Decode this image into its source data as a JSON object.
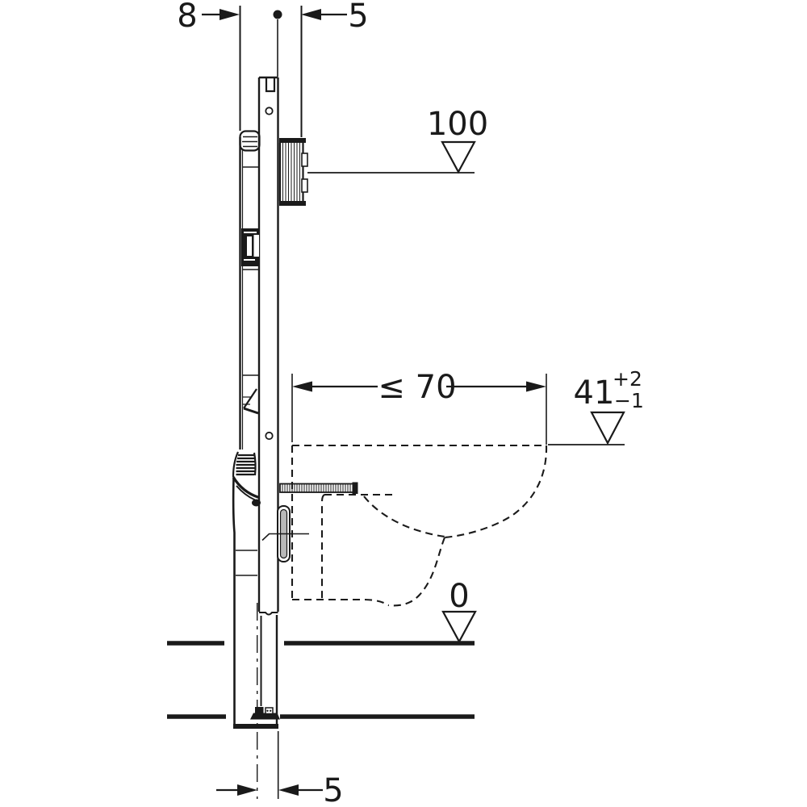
{
  "diagram": {
    "type": "technical-installation-drawing",
    "subject": "wall-hung toilet concealed cistern frame, side section",
    "colors": {
      "line": "#1a1a1a",
      "background": "#ffffff",
      "insulation_gray": "#b9b9b9"
    },
    "units_shown": "cm",
    "dimensions": {
      "top_wall_offset": "8",
      "top_front_gap": "5",
      "top_height_level": "100",
      "bowl_depth_max": "≤ 70",
      "rim_height": "41",
      "rim_tolerance_plus": "+2",
      "rim_tolerance_minus": "−1",
      "floor_level": "0",
      "bottom_drain_offset": "5"
    }
  }
}
